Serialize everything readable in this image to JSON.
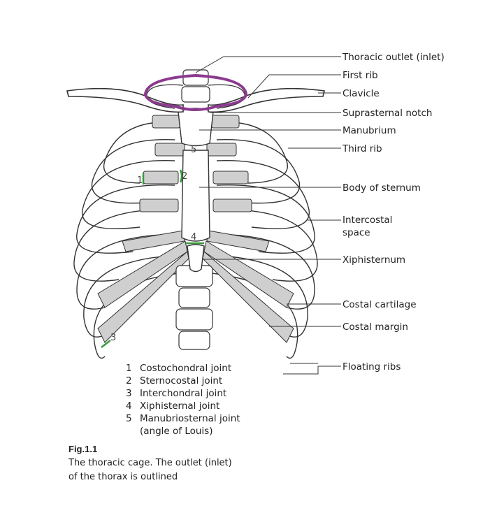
{
  "labels": {
    "thoracic_outlet": "Thoracic outlet (inlet)",
    "first_rib": "First rib",
    "clavicle": "Clavicle",
    "suprasternal_notch": "Suprasternal notch",
    "manubrium": "Manubrium",
    "third_rib": "Third rib",
    "body_of_sternum": "Body of sternum",
    "intercostal_line1": "Intercostal",
    "intercostal_line2": "space",
    "xiphisternum": "Xiphisternum",
    "costal_cartilage": "Costal cartilage",
    "costal_margin": "Costal margin",
    "floating_ribs": "Floating ribs"
  },
  "markers": [
    "1",
    "2",
    "3",
    "4",
    "5"
  ],
  "legend": [
    {
      "num": "1",
      "text": "Costochondral joint"
    },
    {
      "num": "2",
      "text": "Sternocostal joint"
    },
    {
      "num": "3",
      "text": "Interchondral joint"
    },
    {
      "num": "4",
      "text": "Xiphisternal joint"
    },
    {
      "num": "5",
      "text": "Manubriosternal joint"
    }
  ],
  "legend_extra": "(angle of Louis)",
  "caption": {
    "title": "Fig.1.1",
    "line1": "The thoracic cage. The outlet (inlet)",
    "line2": "of the thorax is outlined"
  },
  "colors": {
    "outlet": "#8b3a8f",
    "joint": "#3a9a3a",
    "cartilage": "#cfcfcf",
    "line": "#333333"
  }
}
